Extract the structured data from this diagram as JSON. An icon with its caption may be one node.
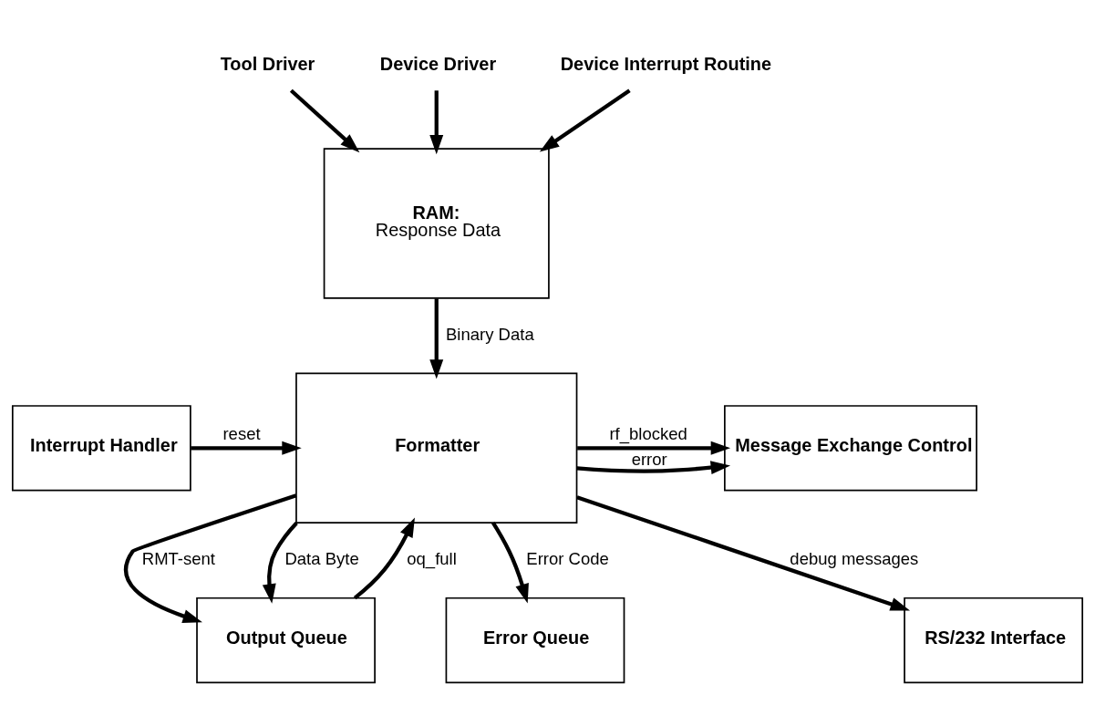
{
  "diagram": {
    "nodes": [
      {
        "text": [
          "Tool Driver"
        ]
      },
      {
        "text": [
          "Device Driver"
        ]
      },
      {
        "text": [
          "Device Interrupt Routine"
        ]
      },
      {
        "text": [
          "RAM:",
          "Response Data"
        ]
      },
      {
        "text": [
          "Interrupt Handler"
        ]
      },
      {
        "text": [
          "Formatter"
        ]
      },
      {
        "text": [
          "Message Exchange Control"
        ]
      },
      {
        "text": [
          "RS/232 Interface"
        ]
      },
      {
        "text": [
          "Output Queue"
        ]
      },
      {
        "text": [
          "Error Queue"
        ]
      }
    ],
    "edges": [
      {
        "from": 0,
        "to": 3,
        "arrow": "to"
      },
      {
        "from": 1,
        "to": 3,
        "arrow": "to"
      },
      {
        "from": 2,
        "to": 3,
        "arrow": "to"
      },
      {
        "from": 3,
        "to": 5,
        "arrow": "to",
        "label": "Binary Data"
      },
      {
        "from": 4,
        "to": 5,
        "arrow": "to",
        "label": "reset"
      },
      {
        "from": 5,
        "to": 6,
        "arrow": "to",
        "label": "rf_blocked"
      },
      {
        "from": 5,
        "to": 6,
        "arrow": "to",
        "label": "error"
      },
      {
        "from": 5,
        "to": 8,
        "arrow": "to",
        "label": "RMT-sent"
      },
      {
        "from": 8,
        "to": 5,
        "arrow": "to",
        "label": "oq_full"
      },
      {
        "from": 5,
        "to": 7,
        "arrow": "to",
        "label": "debug messages"
      },
      {
        "from": 5,
        "to": 8,
        "arrow": "to",
        "label": "Data Byte"
      },
      {
        "from": 5,
        "to": 9,
        "arrow": "to",
        "label": "Error Code"
      }
    ]
  }
}
